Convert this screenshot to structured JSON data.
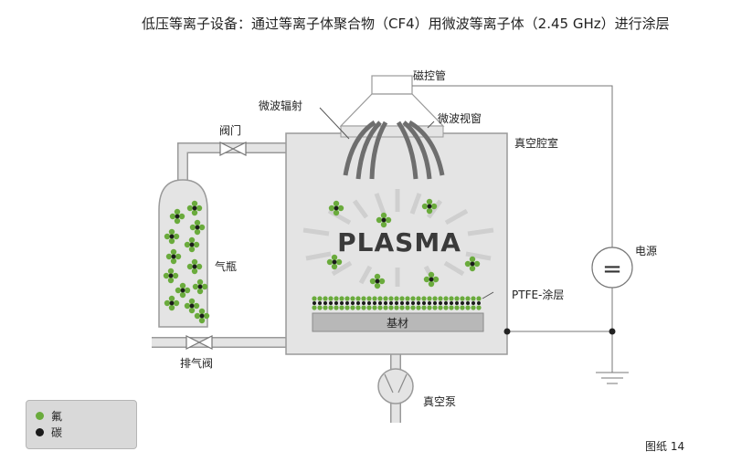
{
  "title": "低压等离子设备：通过等离子体聚合物（CF4）用微波等离子体（2.45 GHz）进行涂层",
  "labels": {
    "magnetron": "磁控管",
    "microwave_radiation": "微波辐射",
    "microwave_window": "微波视窗",
    "valve": "阀门",
    "vacuum_chamber": "真空腔室",
    "gas_bottle": "气瓶",
    "plasma": "PLASMA",
    "power_supply": "电源",
    "coating": "PTFE-涂层",
    "substrate": "基材",
    "vent_valve": "排气阀",
    "vacuum_pump": "真空泵",
    "power_symbol": "="
  },
  "legend": [
    {
      "label": "氟",
      "color": "#6aab3c"
    },
    {
      "label": "碳",
      "color": "#1a1a1a"
    }
  ],
  "figure_label": "图纸 14",
  "colors": {
    "fluorine": "#6aab3c",
    "carbon": "#1a1a1a",
    "chamber_fill": "#e4e4e4",
    "chamber_stroke": "#9a9a9a",
    "pipe": "#9a9a9a",
    "substrate": "#b8b8b8",
    "plasma_rays": "#cfcfcf",
    "microwave": "#6e6e6e"
  }
}
